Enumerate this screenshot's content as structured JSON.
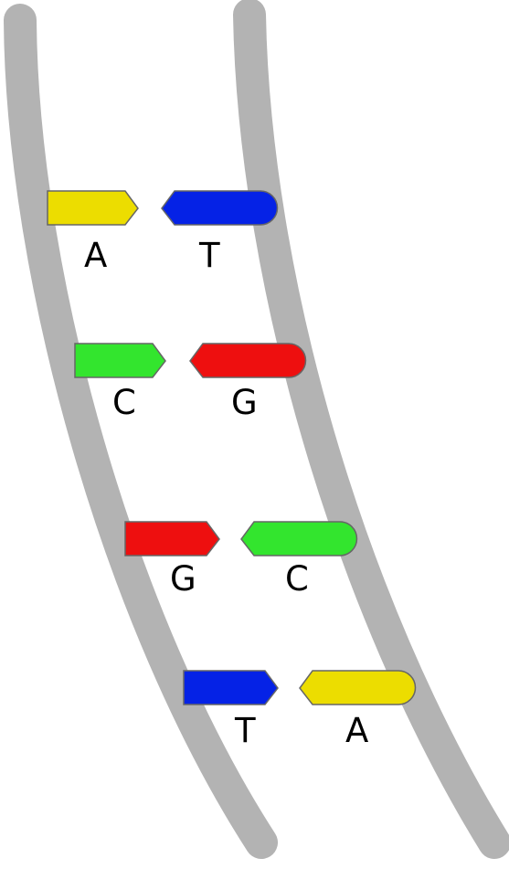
{
  "colors": {
    "backbone": "#b3b3b3",
    "A": "#ecdd00",
    "T": "#0522e6",
    "G": "#ee0f0f",
    "C": "#33e52e",
    "base_stroke": "#666666",
    "label": "#000000"
  },
  "base_pairs": [
    {
      "left": "A",
      "right": "T"
    },
    {
      "left": "C",
      "right": "G"
    },
    {
      "left": "G",
      "right": "C"
    },
    {
      "left": "T",
      "right": "A"
    }
  ]
}
